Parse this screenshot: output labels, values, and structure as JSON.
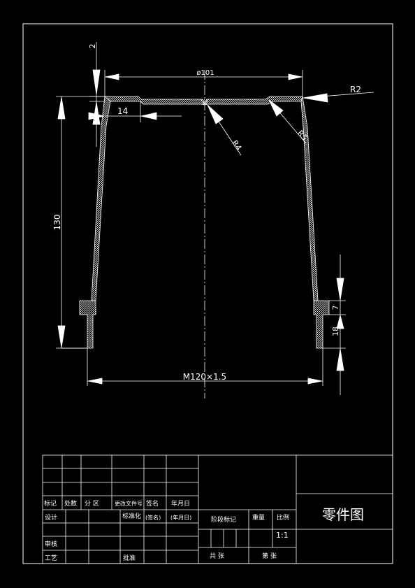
{
  "colors": {
    "background": "#000000",
    "lines": "#ffffff"
  },
  "dimensions": {
    "top_thickness": "2",
    "diameter_top": "ø101",
    "radius_outer": "R2",
    "flange_width": "14",
    "radius_center": "R4",
    "radius_right": "R5",
    "height_total": "130",
    "height_small": "7",
    "height_thread": "18",
    "thread": "M120×1.5"
  },
  "title_block": {
    "drawing_name": "零件图",
    "scale": "1:1",
    "row_labels": {
      "mark": "标记",
      "count": "处数",
      "zone": "分 区",
      "change_doc": "更改文件号",
      "signature": "签名",
      "date": "年月日"
    },
    "design": "设计",
    "standardize": "标准化",
    "sign_paren": "(签名)",
    "date_paren": "(年月日)",
    "stage_mark": "阶段标记",
    "weight": "重量",
    "ratio": "比例",
    "review": "审核",
    "process": "工艺",
    "approve": "批准",
    "sheets_total": "共  张",
    "sheet_no": "第  张"
  }
}
